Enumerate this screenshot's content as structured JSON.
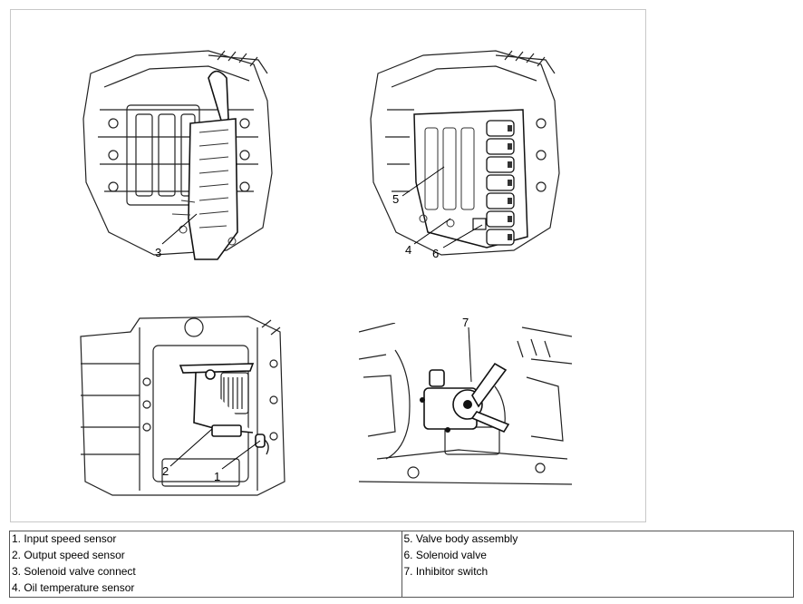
{
  "callouts": {
    "c1": "1",
    "c2": "2",
    "c3": "3",
    "c4": "4",
    "c5": "5",
    "c6": "6",
    "c7": "7"
  },
  "legend": {
    "left": [
      "1. Input speed sensor",
      "2. Output speed sensor",
      "3. Solenoid valve connect",
      "4. Oil temperature sensor"
    ],
    "right": [
      "5. Valve body assembly",
      "6. Solenoid valve",
      "7. Inhibitor switch"
    ]
  }
}
